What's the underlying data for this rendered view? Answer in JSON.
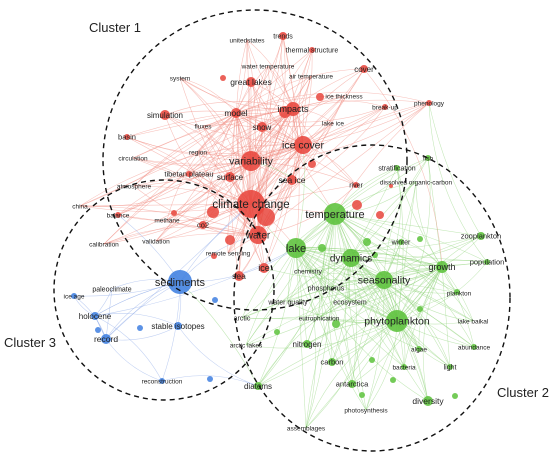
{
  "clusters": [
    {
      "label": "Cluster 1",
      "color": "#e8453c"
    },
    {
      "label": "Cluster 2",
      "color": "#5cc23b"
    },
    {
      "label": "Cluster 3",
      "color": "#3f7fe0"
    }
  ],
  "colors": {
    "red": "#e8453c",
    "green": "#5cc23b",
    "blue": "#3f7fe0"
  },
  "nodes": [
    {
      "label": "trends",
      "cluster": "red"
    },
    {
      "label": "unitedstates",
      "cluster": "red"
    },
    {
      "label": "thermal structure",
      "cluster": "red"
    },
    {
      "label": "water temperature",
      "cluster": "red"
    },
    {
      "label": "cover",
      "cluster": "red"
    },
    {
      "label": "system",
      "cluster": "red"
    },
    {
      "label": "air temperature",
      "cluster": "red"
    },
    {
      "label": "great lakes",
      "cluster": "red"
    },
    {
      "label": "ice thickness",
      "cluster": "red"
    },
    {
      "label": "phenology",
      "cluster": "red"
    },
    {
      "label": "break-up",
      "cluster": "red"
    },
    {
      "label": "simulation",
      "cluster": "red"
    },
    {
      "label": "model",
      "cluster": "red"
    },
    {
      "label": "impacts",
      "cluster": "red"
    },
    {
      "label": "basin",
      "cluster": "red"
    },
    {
      "label": "fluxes",
      "cluster": "red"
    },
    {
      "label": "snow",
      "cluster": "red"
    },
    {
      "label": "lake ice",
      "cluster": "red"
    },
    {
      "label": "region",
      "cluster": "red"
    },
    {
      "label": "ice cover",
      "cluster": "red"
    },
    {
      "label": "circulation",
      "cluster": "red"
    },
    {
      "label": "variability",
      "cluster": "red"
    },
    {
      "label": "tibetan plateau",
      "cluster": "red"
    },
    {
      "label": "surface",
      "cluster": "red"
    },
    {
      "label": "sea ice",
      "cluster": "red"
    },
    {
      "label": "atmosphere",
      "cluster": "red"
    },
    {
      "label": "river",
      "cluster": "red"
    },
    {
      "label": "china",
      "cluster": "red"
    },
    {
      "label": "balance",
      "cluster": "red"
    },
    {
      "label": "climate change",
      "cluster": "red"
    },
    {
      "label": "methane",
      "cluster": "red"
    },
    {
      "label": "co2",
      "cluster": "red"
    },
    {
      "label": "water",
      "cluster": "red"
    },
    {
      "label": "calibration",
      "cluster": "red"
    },
    {
      "label": "validation",
      "cluster": "red"
    },
    {
      "label": "remote sensing",
      "cluster": "red"
    },
    {
      "label": "ice",
      "cluster": "red"
    },
    {
      "label": "sea",
      "cluster": "red"
    },
    {
      "label": "fish",
      "cluster": "green"
    },
    {
      "label": "stratification",
      "cluster": "green"
    },
    {
      "label": "dissolved organic-carbon",
      "cluster": "green"
    },
    {
      "label": "temperature",
      "cluster": "green"
    },
    {
      "label": "winter",
      "cluster": "green"
    },
    {
      "label": "zooplankton",
      "cluster": "green"
    },
    {
      "label": "lake",
      "cluster": "green"
    },
    {
      "label": "dynamics",
      "cluster": "green"
    },
    {
      "label": "population",
      "cluster": "green"
    },
    {
      "label": "growth",
      "cluster": "green"
    },
    {
      "label": "seasonality",
      "cluster": "green"
    },
    {
      "label": "chemistry",
      "cluster": "green"
    },
    {
      "label": "phosphorus",
      "cluster": "green"
    },
    {
      "label": "plankton",
      "cluster": "green"
    },
    {
      "label": "water quality",
      "cluster": "green"
    },
    {
      "label": "ecosystem",
      "cluster": "green"
    },
    {
      "label": "phytoplankton",
      "cluster": "green"
    },
    {
      "label": "lake baikal",
      "cluster": "green"
    },
    {
      "label": "arctic",
      "cluster": "green"
    },
    {
      "label": "eutrophication",
      "cluster": "green"
    },
    {
      "label": "arctic lakes",
      "cluster": "green"
    },
    {
      "label": "nitrogen",
      "cluster": "green"
    },
    {
      "label": "abundance",
      "cluster": "green"
    },
    {
      "label": "carbon",
      "cluster": "green"
    },
    {
      "label": "algae",
      "cluster": "green"
    },
    {
      "label": "bacteria",
      "cluster": "green"
    },
    {
      "label": "light",
      "cluster": "green"
    },
    {
      "label": "diatoms",
      "cluster": "green"
    },
    {
      "label": "antarctica",
      "cluster": "green"
    },
    {
      "label": "diversity",
      "cluster": "green"
    },
    {
      "label": "photosynthesis",
      "cluster": "green"
    },
    {
      "label": "assemblages",
      "cluster": "green"
    },
    {
      "label": "sediments",
      "cluster": "blue"
    },
    {
      "label": "paleoclimate",
      "cluster": "blue"
    },
    {
      "label": "ice age",
      "cluster": "blue"
    },
    {
      "label": "holocene",
      "cluster": "blue"
    },
    {
      "label": "stable isotopes",
      "cluster": "blue"
    },
    {
      "label": "record",
      "cluster": "blue"
    },
    {
      "label": "reconstruction",
      "cluster": "blue"
    }
  ]
}
